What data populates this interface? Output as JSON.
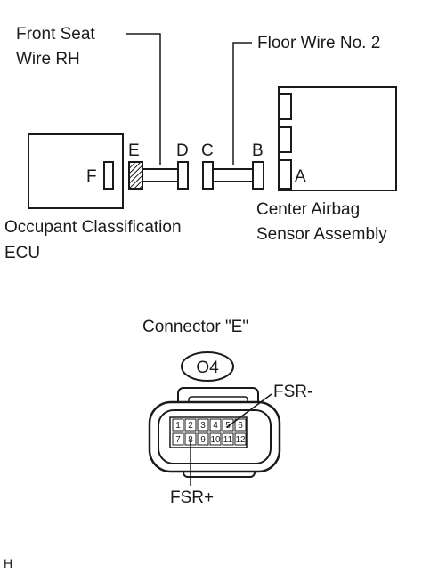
{
  "wire_labels": {
    "front_seat_wire_line1": "Front Seat",
    "front_seat_wire_line2": "Wire RH",
    "floor_wire": "Floor Wire No. 2"
  },
  "connector_letters": {
    "e": "E",
    "d": "D",
    "c": "C",
    "b": "B",
    "f": "F",
    "a": "A"
  },
  "components": {
    "occupant_ecu_line1": "Occupant Classification",
    "occupant_ecu_line2": "ECU",
    "airbag_sensor_line1": "Center Airbag",
    "airbag_sensor_line2": "Sensor Assembly"
  },
  "connector_view": {
    "title": "Connector \"E\"",
    "code": "O4",
    "top_pins": [
      "1",
      "2",
      "3",
      "4",
      "5",
      "6"
    ],
    "bottom_pins": [
      "7",
      "8",
      "9",
      "10",
      "11",
      "12"
    ],
    "fsr_minus": "FSR-",
    "fsr_plus": "FSR+"
  },
  "figure_code": "H"
}
